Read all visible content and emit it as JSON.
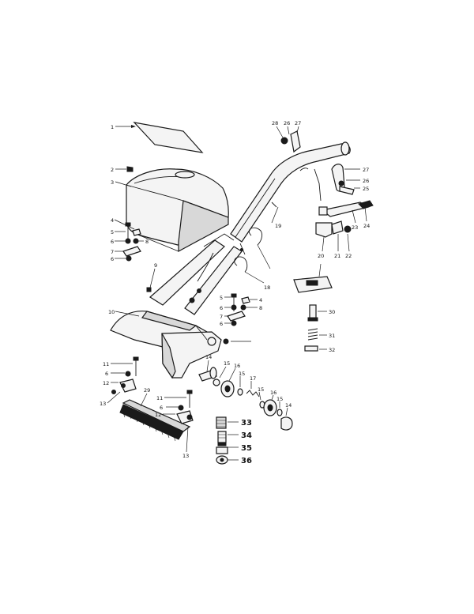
{
  "callouts": [
    {
      "id": "c1",
      "text": "1"
    },
    {
      "id": "c2",
      "text": "2"
    },
    {
      "id": "c3",
      "text": "3"
    },
    {
      "id": "c4a",
      "text": "4"
    },
    {
      "id": "c5a",
      "text": "5"
    },
    {
      "id": "c6a",
      "text": "6"
    },
    {
      "id": "c8a",
      "text": "8"
    },
    {
      "id": "c7a",
      "text": "7"
    },
    {
      "id": "c6b",
      "text": "6"
    },
    {
      "id": "c9",
      "text": "9"
    },
    {
      "id": "c10",
      "text": "10"
    },
    {
      "id": "c11a",
      "text": "11"
    },
    {
      "id": "c6c",
      "text": "6"
    },
    {
      "id": "c12a",
      "text": "12"
    },
    {
      "id": "c13a",
      "text": "13"
    },
    {
      "id": "c29",
      "text": "29"
    },
    {
      "id": "c11b",
      "text": "11"
    },
    {
      "id": "c6d",
      "text": "6"
    },
    {
      "id": "c12b",
      "text": "12"
    },
    {
      "id": "c13b",
      "text": "13"
    },
    {
      "id": "c28",
      "text": "28"
    },
    {
      "id": "c26a",
      "text": "26"
    },
    {
      "id": "c27a",
      "text": "27"
    },
    {
      "id": "c27b",
      "text": "27"
    },
    {
      "id": "c26b",
      "text": "26"
    },
    {
      "id": "c25",
      "text": "25"
    },
    {
      "id": "c19",
      "text": "19"
    },
    {
      "id": "c23",
      "text": "23"
    },
    {
      "id": "c24",
      "text": "24"
    },
    {
      "id": "c20",
      "text": "20"
    },
    {
      "id": "c21",
      "text": "21"
    },
    {
      "id": "c22",
      "text": "22"
    },
    {
      "id": "c18",
      "text": "18"
    },
    {
      "id": "c5b",
      "text": "5"
    },
    {
      "id": "c4b",
      "text": "4"
    },
    {
      "id": "c6e",
      "text": "6"
    },
    {
      "id": "c8b",
      "text": "8"
    },
    {
      "id": "c7b",
      "text": "7"
    },
    {
      "id": "c6f",
      "text": "6"
    },
    {
      "id": "c30",
      "text": "30"
    },
    {
      "id": "c31",
      "text": "31"
    },
    {
      "id": "c32",
      "text": "32"
    },
    {
      "id": "c14a",
      "text": "14"
    },
    {
      "id": "c15a",
      "text": "15"
    },
    {
      "id": "c16a",
      "text": "16"
    },
    {
      "id": "c15b",
      "text": "15"
    },
    {
      "id": "c17",
      "text": "17"
    },
    {
      "id": "c15c",
      "text": "15"
    },
    {
      "id": "c16b",
      "text": "16"
    },
    {
      "id": "c15d",
      "text": "15"
    },
    {
      "id": "c14b",
      "text": "14"
    },
    {
      "id": "c33",
      "text": "33"
    },
    {
      "id": "c34",
      "text": "34"
    },
    {
      "id": "c35",
      "text": "35"
    },
    {
      "id": "c36",
      "text": "36"
    }
  ]
}
